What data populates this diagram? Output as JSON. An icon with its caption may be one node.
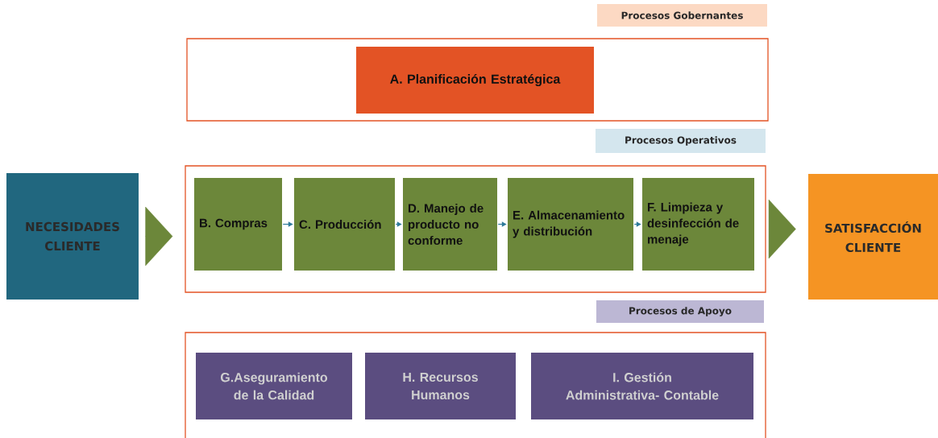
{
  "diagram": {
    "nodes": [
      {
        "text": [
          "NECESIDADES CLIENTE"
        ]
      },
      {
        "text": [
          "Procesos Gobernantes"
        ]
      },
      {
        "text": [
          "A. Planificación Estratégica"
        ],
        "in": 1
      },
      {
        "text": [
          "Procesos Operativos"
        ]
      },
      {
        "text": [
          "B. Compras"
        ],
        "in": 3
      },
      {
        "text": [
          "C. Producción"
        ],
        "in": 3
      },
      {
        "text": [
          "D. Manejo de producto no conforme"
        ],
        "in": 3
      },
      {
        "text": [
          "E. Almacenamiento y distribución"
        ],
        "in": 3
      },
      {
        "text": [
          "F. Limpieza y desinfección de menaje"
        ],
        "in": 3
      },
      {
        "text": [
          "SATISFACCIÓN CLIENTE"
        ]
      },
      {
        "text": [
          "Procesos de Apoyo"
        ]
      },
      {
        "text": [
          "G.Aseguramiento de la Calidad"
        ],
        "in": 10
      },
      {
        "text": [
          "H. Recursos Humanos"
        ],
        "in": 10
      },
      {
        "text": [
          "I. Gestión Administrativa- Contable"
        ],
        "in": 10
      }
    ],
    "edges": [
      {
        "from": 0,
        "to": 3,
        "arrow": "to",
        "style": "thick",
        "color": "#6c873a"
      },
      {
        "from": 4,
        "to": 5,
        "arrow": "to"
      },
      {
        "from": 5,
        "to": 6,
        "arrow": "to"
      },
      {
        "from": 6,
        "to": 7,
        "arrow": "to"
      },
      {
        "from": 7,
        "to": 8,
        "arrow": "to"
      },
      {
        "from": 3,
        "to": 9,
        "arrow": "to",
        "style": "thick",
        "color": "#6c873a"
      }
    ]
  }
}
